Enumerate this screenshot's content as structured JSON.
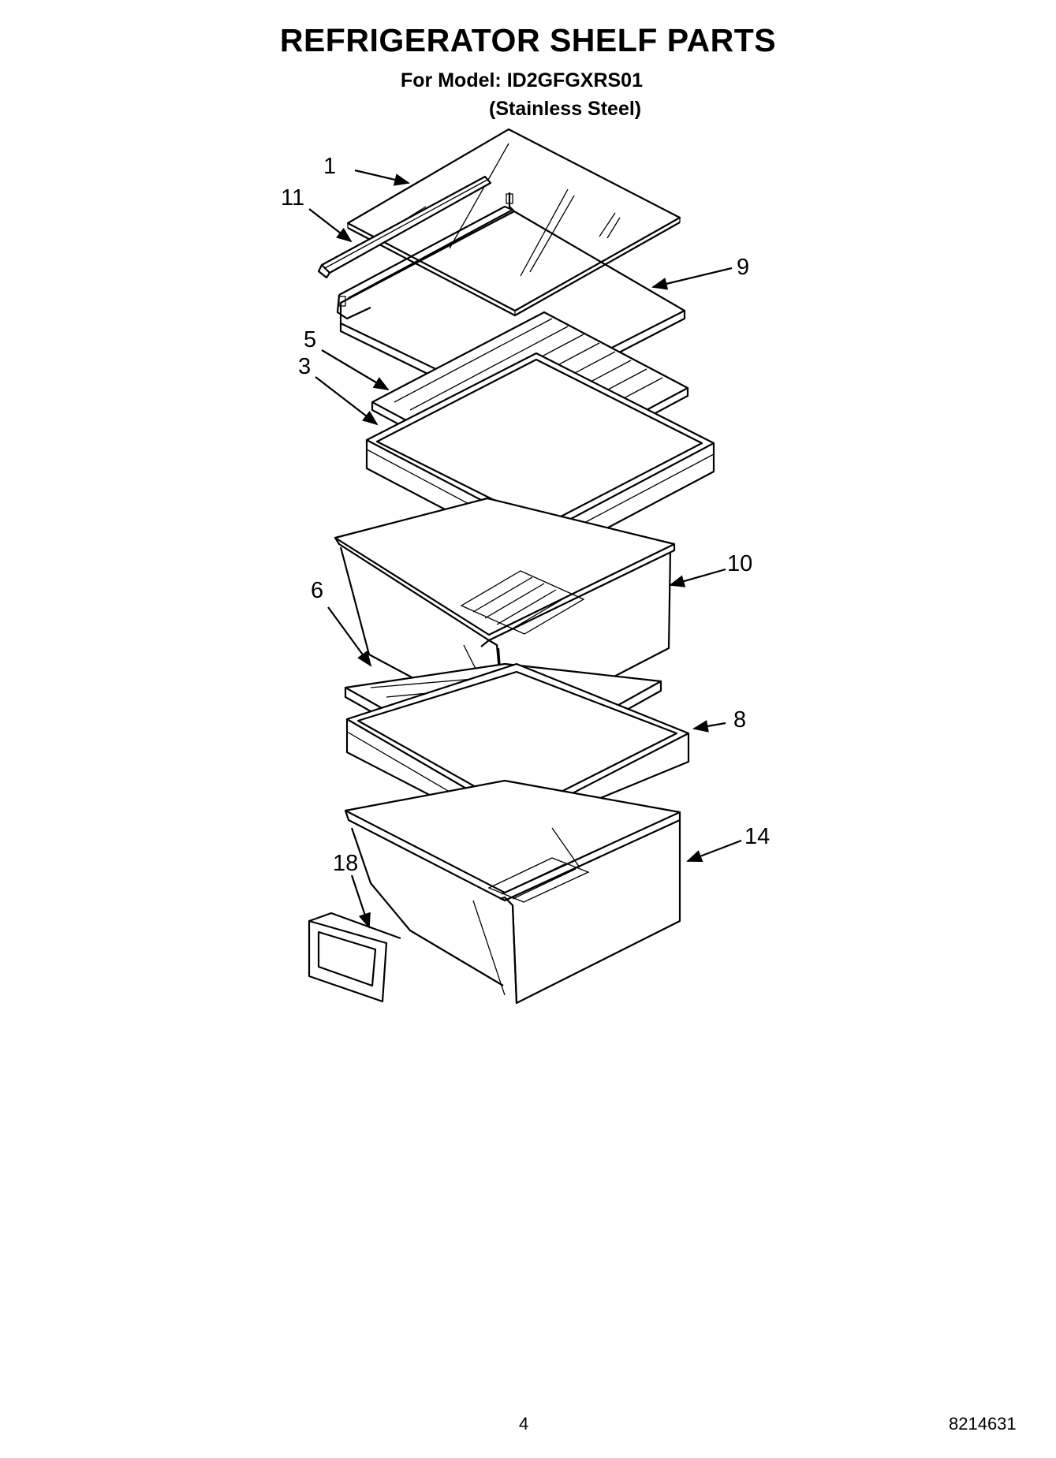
{
  "header": {
    "title": "REFRIGERATOR SHELF PARTS",
    "model_line": "For Model: ID2GFGXRS01",
    "finish_line": "(Stainless Steel)"
  },
  "callouts": [
    {
      "id": "c1",
      "label": "1"
    },
    {
      "id": "c11",
      "label": "11"
    },
    {
      "id": "c9",
      "label": "9"
    },
    {
      "id": "c5",
      "label": "5"
    },
    {
      "id": "c3",
      "label": "3"
    },
    {
      "id": "c10",
      "label": "10"
    },
    {
      "id": "c6",
      "label": "6"
    },
    {
      "id": "c8",
      "label": "8"
    },
    {
      "id": "c14",
      "label": "14"
    },
    {
      "id": "c18",
      "label": "18"
    }
  ],
  "footer": {
    "page_number": "4",
    "document_number": "8214631"
  }
}
